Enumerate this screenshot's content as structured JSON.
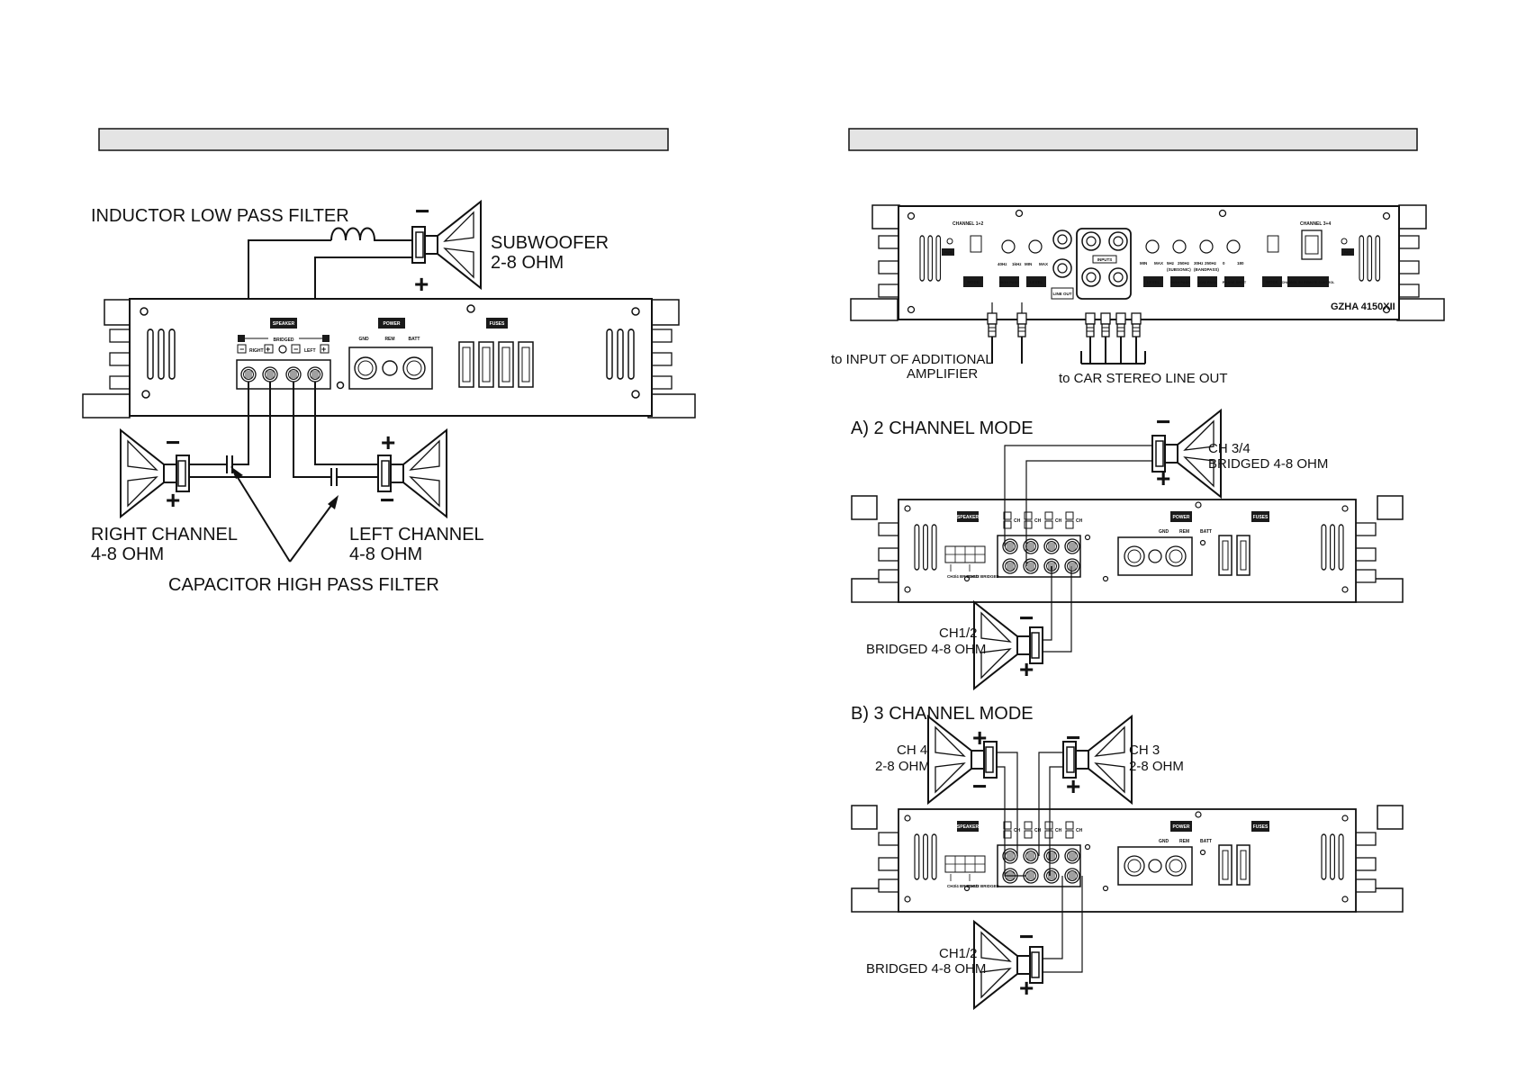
{
  "left_page": {
    "header_bar": "",
    "inductor_label": "INDUCTOR LOW PASS FILTER",
    "subwoofer": {
      "name": "SUBWOOFER",
      "impedance": "2-8 OHM"
    },
    "right_channel": {
      "name": "RIGHT CHANNEL",
      "impedance": "4-8 OHM"
    },
    "left_channel": {
      "name": "LEFT CHANNEL",
      "impedance": "4-8 OHM"
    },
    "capacitor_label": "CAPACITOR HIGH PASS FILTER",
    "amp_panel": {
      "speaker_tag": "SPEAKER",
      "bridged_tag": "BRIDGED",
      "right_tag": "RIGHT",
      "left_tag": "LEFT",
      "power_tag": "POWER",
      "gnd": "GND",
      "rem": "REM",
      "batt": "BATT",
      "fuses_tag": "FUSES"
    }
  },
  "right_page": {
    "header_bar": "",
    "top_amp": {
      "channel_12": "CHANNEL 1+2",
      "channel_34": "CHANNEL 3+4",
      "model": "GZHA 4150XII",
      "inputs": "INPUTS",
      "line_out": "LINE OUT",
      "buttons_left": [
        "MODE",
        "HIGH PASS",
        "LEVEL"
      ],
      "buttons_right": [
        "LEVEL",
        "HIGH PASS",
        "LOW PASS",
        "PHASE SHIFT",
        "MODE",
        "CHANNEL 3/4 REMOTE CONTROL"
      ],
      "pwr": "PWR",
      "prt": "PRT",
      "knob_labels_left": [
        "40Hz",
        "1kHz",
        "MIN",
        "MAX"
      ],
      "knob_labels_right": [
        "MIN",
        "MAX",
        "5Hz",
        "250Hz",
        "30Hz",
        "250Hz",
        "0",
        "180"
      ],
      "subsonic": "(SUBSONIC)",
      "bandpass": "(BANDPASS)"
    },
    "to_input_additional": [
      "to INPUT OF ADDITIONAL",
      "AMPLIFIER"
    ],
    "to_car_stereo": "to CAR STEREO LINE OUT",
    "mode_a": {
      "title": "A) 2 CHANNEL MODE",
      "ch34": [
        "CH 3/4",
        "BRIDGED 4-8 OHM"
      ],
      "ch12": [
        "CH1/2",
        "BRIDGED 4-8 OHM"
      ]
    },
    "mode_b": {
      "title": "B)  3 CHANNEL MODE",
      "ch4": [
        "CH 4",
        "2-8 OHM"
      ],
      "ch3": [
        "CH 3",
        "2-8 OHM"
      ],
      "ch12": [
        "CH1/2",
        "BRIDGED 4-8 OHM"
      ]
    },
    "amp_tags": {
      "speaker": "SPEAKER",
      "power": "POWER",
      "fuses": "FUSES",
      "gnd": "GND",
      "rem": "REM",
      "batt": "BATT",
      "ch": [
        "CH",
        "CH",
        "CH",
        "CH"
      ],
      "bridged_notes": [
        "CH3/4 BRIDGED",
        "CH1/2 BRIDGED"
      ]
    }
  },
  "signs": {
    "plus": "+",
    "minus": "−"
  },
  "colors": {
    "ink": "#111111",
    "header_fill": "#e4e4e4",
    "tag_fill": "#1a1a1a"
  }
}
